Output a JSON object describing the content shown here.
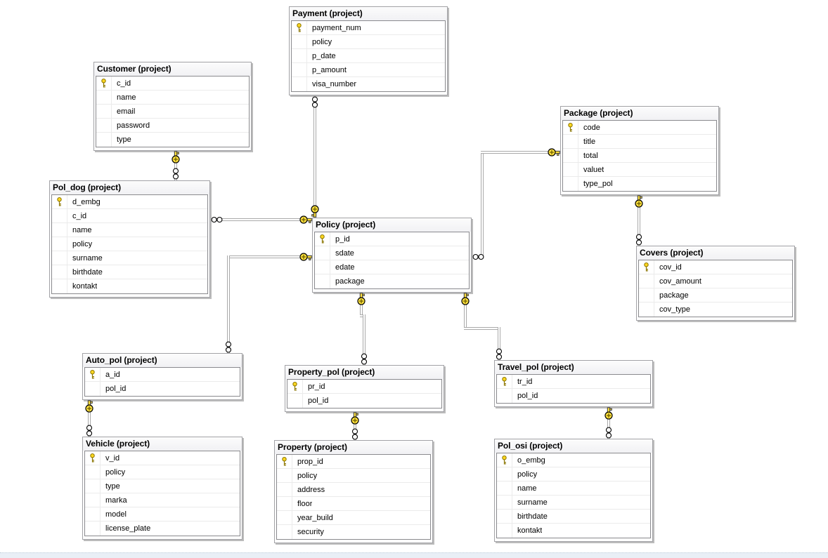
{
  "diagram": {
    "tool": "database-diagram",
    "notation": {
      "one_end": "key-icon",
      "many_end": "infinity-icon"
    },
    "colors": {
      "canvas": "#ffffff",
      "table_border": "#a2a2a6",
      "grid_border": "#8a8a8e",
      "row_divider": "#ebebeb",
      "relationship_line": "#a9a9a9",
      "key_gold": "#ffe13d",
      "pk_icon_gold": "#ffd720",
      "bottom_strip": "#e9eff6"
    }
  },
  "entities": [
    {
      "title": "Payment (project)",
      "fields": [
        "payment_num",
        "policy",
        "p_date",
        "p_amount",
        "visa_number"
      ]
    },
    {
      "title": "Customer (project)",
      "fields": [
        "c_id",
        "name",
        "email",
        "password",
        "type"
      ]
    },
    {
      "title": "Package (project)",
      "fields": [
        "code",
        "title",
        "total",
        "valuet",
        "type_pol"
      ]
    },
    {
      "title": "Pol_dog (project)",
      "fields": [
        "d_embg",
        "c_id",
        "name",
        "policy",
        "surname",
        "birthdate",
        "kontakt"
      ]
    },
    {
      "title": "Policy (project)",
      "fields": [
        "p_id",
        "sdate",
        "edate",
        "package"
      ]
    },
    {
      "title": "Covers (project)",
      "fields": [
        "cov_id",
        "cov_amount",
        "package",
        "cov_type"
      ]
    },
    {
      "title": "Auto_pol (project)",
      "fields": [
        "a_id",
        "pol_id"
      ]
    },
    {
      "title": "Property_pol (project)",
      "fields": [
        "pr_id",
        "pol_id"
      ]
    },
    {
      "title": "Travel_pol (project)",
      "fields": [
        "tr_id",
        "pol_id"
      ]
    },
    {
      "title": "Vehicle (project)",
      "fields": [
        "v_id",
        "policy",
        "type",
        "marka",
        "model",
        "license_plate"
      ]
    },
    {
      "title": "Property (project)",
      "fields": [
        "prop_id",
        "policy",
        "address",
        "floor",
        "year_build",
        "security"
      ]
    },
    {
      "title": "Pol_osi (project)",
      "fields": [
        "o_embg",
        "policy",
        "name",
        "surname",
        "birthdate",
        "kontakt"
      ]
    }
  ],
  "relationships": [
    {
      "one": "Policy",
      "many": "Payment"
    },
    {
      "one": "Customer",
      "many": "Pol_dog"
    },
    {
      "one": "Policy",
      "many": "Pol_dog"
    },
    {
      "one": "Policy",
      "many": "Auto_pol"
    },
    {
      "one": "Policy",
      "many": "Property_pol"
    },
    {
      "one": "Policy",
      "many": "Travel_pol"
    },
    {
      "one": "Package",
      "many": "Policy"
    },
    {
      "one": "Package",
      "many": "Covers"
    },
    {
      "one": "Auto_pol",
      "many": "Vehicle"
    },
    {
      "one": "Property_pol",
      "many": "Property"
    },
    {
      "one": "Travel_pol",
      "many": "Pol_osi"
    }
  ]
}
